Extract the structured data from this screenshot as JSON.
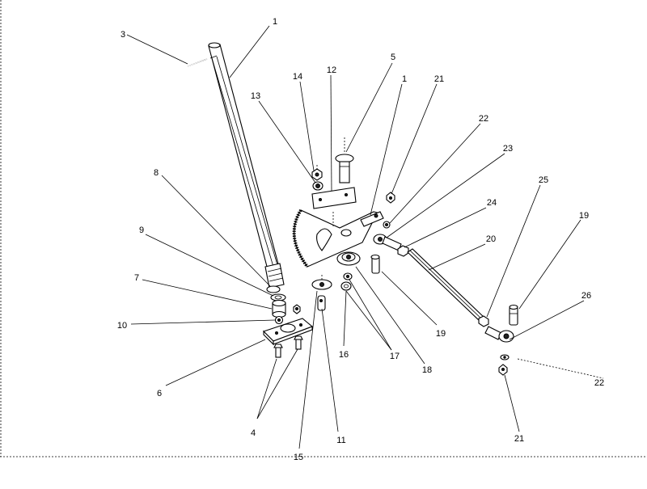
{
  "callouts": [
    {
      "id": "c3-left",
      "label": "3"
    },
    {
      "id": "c1-top",
      "label": "1"
    },
    {
      "id": "c14",
      "label": "14"
    },
    {
      "id": "c12",
      "label": "12"
    },
    {
      "id": "c5",
      "label": "5"
    },
    {
      "id": "c1-mid",
      "label": "1"
    },
    {
      "id": "c21-top",
      "label": "21"
    },
    {
      "id": "c13",
      "label": "13"
    },
    {
      "id": "c22-top",
      "label": "22"
    },
    {
      "id": "c23",
      "label": "23"
    },
    {
      "id": "c8",
      "label": "8"
    },
    {
      "id": "c25",
      "label": "25"
    },
    {
      "id": "c24",
      "label": "24"
    },
    {
      "id": "c19-right",
      "label": "19"
    },
    {
      "id": "c9",
      "label": "9"
    },
    {
      "id": "c20",
      "label": "20"
    },
    {
      "id": "c7",
      "label": "7"
    },
    {
      "id": "c26",
      "label": "26"
    },
    {
      "id": "c10",
      "label": "10"
    },
    {
      "id": "c19-mid",
      "label": "19"
    },
    {
      "id": "c16",
      "label": "16"
    },
    {
      "id": "c17",
      "label": "17"
    },
    {
      "id": "c18",
      "label": "18"
    },
    {
      "id": "c22-bottom",
      "label": "22"
    },
    {
      "id": "c6",
      "label": "6"
    },
    {
      "id": "c4",
      "label": "4"
    },
    {
      "id": "c11",
      "label": "11"
    },
    {
      "id": "c21-bottom",
      "label": "21"
    },
    {
      "id": "c15",
      "label": "15"
    }
  ]
}
